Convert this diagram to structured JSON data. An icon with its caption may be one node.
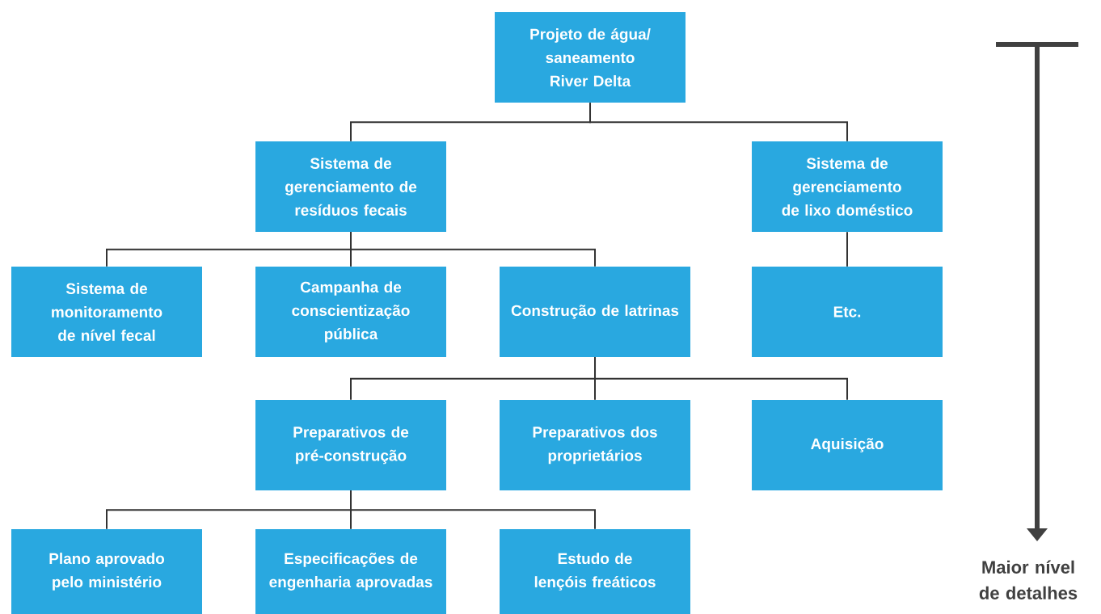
{
  "diagram": {
    "nodes": [
      {
        "text": [
          "Projeto de água/ saneamento River Delta"
        ]
      },
      {
        "text": [
          "Sistema de gerenciamento de resíduos fecais"
        ]
      },
      {
        "text": [
          "Sistema de gerenciamento de lixo doméstico"
        ]
      },
      {
        "text": [
          "Sistema de monitoramento de nível fecal"
        ]
      },
      {
        "text": [
          "Campanha de conscientização pública"
        ]
      },
      {
        "text": [
          "Construção de latrinas"
        ]
      },
      {
        "text": [
          "Etc."
        ]
      },
      {
        "text": [
          "Preparativos de pré-construção"
        ]
      },
      {
        "text": [
          "Preparativos dos proprietários"
        ]
      },
      {
        "text": [
          "Aquisição"
        ]
      },
      {
        "text": [
          "Plano aprovado pelo ministério"
        ]
      },
      {
        "text": [
          "Especificações de engenharia aprovadas"
        ]
      },
      {
        "text": [
          "Estudo de lençóis freáticos"
        ]
      }
    ],
    "edges": [
      {
        "from": 0,
        "to": 1,
        "arrow": "none"
      },
      {
        "from": 0,
        "to": 2,
        "arrow": "none"
      },
      {
        "from": 1,
        "to": 3,
        "arrow": "none"
      },
      {
        "from": 1,
        "to": 4,
        "arrow": "none"
      },
      {
        "from": 1,
        "to": 5,
        "arrow": "none"
      },
      {
        "from": 2,
        "to": 6,
        "arrow": "none"
      },
      {
        "from": 5,
        "to": 7,
        "arrow": "none"
      },
      {
        "from": 5,
        "to": 8,
        "arrow": "none"
      },
      {
        "from": 5,
        "to": 9,
        "arrow": "none"
      },
      {
        "from": 7,
        "to": 10,
        "arrow": "none"
      },
      {
        "from": 7,
        "to": 11,
        "arrow": "none"
      },
      {
        "from": 7,
        "to": 12,
        "arrow": "none"
      }
    ],
    "labels": [
      "Maior nível de detalhes"
    ]
  }
}
